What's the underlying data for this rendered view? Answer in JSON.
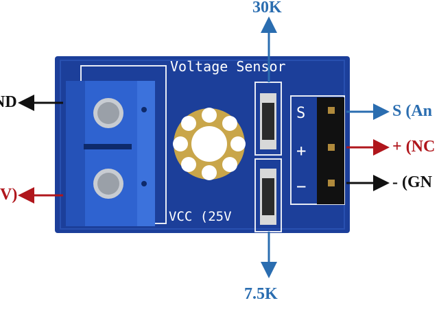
{
  "board": {
    "title": "Voltage Sensor",
    "vcc_label": "VCC (25V",
    "pin_labels": [
      "S",
      "+",
      "−"
    ]
  },
  "annotations": {
    "top_resistor": "30K",
    "bottom_resistor": "7.5K",
    "left_top": "ND",
    "left_bottom": "V)",
    "right_s": "S (An",
    "right_plus": "+ (NC",
    "right_minus": "-  (GN"
  },
  "colors": {
    "board": "#1c3f9a",
    "terminal": "#2f63d0",
    "blue_arrow": "#2a6db0",
    "red_arrow": "#b0161c",
    "black_arrow": "#111111"
  }
}
